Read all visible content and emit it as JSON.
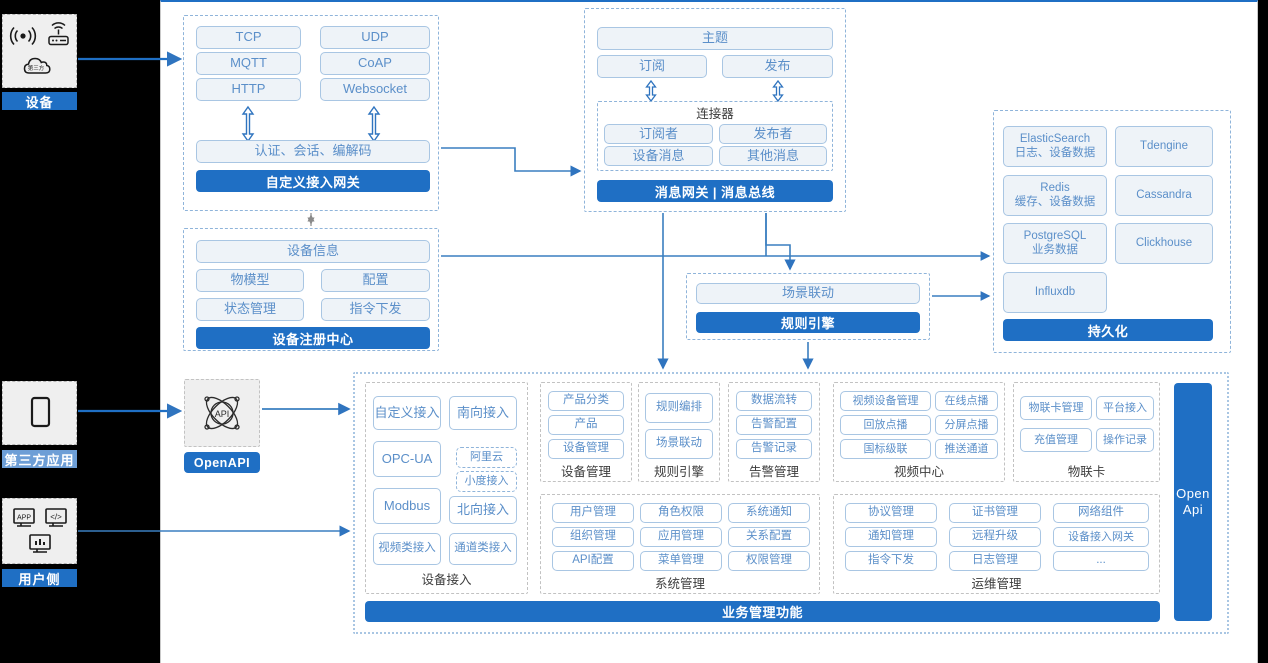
{
  "left_rail": {
    "blocks": [
      {
        "name": "device",
        "label": "设备",
        "icons": [
          "wifi-signal-icon",
          "router-icon",
          "cloud-icon"
        ]
      },
      {
        "name": "third-party-app",
        "label": "第三方应用",
        "icons": [
          "mobile-phone-icon"
        ]
      },
      {
        "name": "user-side",
        "label": "用户侧",
        "icons": [
          "app-monitor-icon",
          "code-monitor-icon",
          "chart-monitor-icon"
        ]
      }
    ]
  },
  "gateway": {
    "protocols": [
      "TCP",
      "UDP",
      "MQTT",
      "CoAP",
      "HTTP",
      "Websocket"
    ],
    "middle": "认证、会话、编解码",
    "bar": "自定义接入网关"
  },
  "message_bus": {
    "topic": "主题",
    "subscribe": "订阅",
    "publish": "发布",
    "connector_title": "连接器",
    "connector_items": [
      "订阅者",
      "发布者",
      "设备消息",
      "其他消息"
    ],
    "bar": "消息网关 | 消息总线"
  },
  "registry": {
    "info": "设备信息",
    "items": [
      "物模型",
      "配置",
      "状态管理",
      "指令下发"
    ],
    "bar": "设备注册中心"
  },
  "rule_engine": {
    "scene": "场景联动",
    "bar": "规则引擎"
  },
  "persistence": {
    "stores": [
      {
        "name": "ElasticSearch",
        "desc": "日志、设备数据"
      },
      {
        "name": "Tdengine",
        "desc": ""
      },
      {
        "name": "Redis",
        "desc": "缓存、设备数据"
      },
      {
        "name": "Cassandra",
        "desc": ""
      },
      {
        "name": "PostgreSQL",
        "desc": "业务数据"
      },
      {
        "name": "Clickhouse",
        "desc": ""
      },
      {
        "name": "Influxdb",
        "desc": ""
      }
    ],
    "bar": "持久化"
  },
  "openapi": {
    "icon": "api-atom-icon",
    "label": "OpenAPI"
  },
  "business": {
    "bar": "业务管理功能",
    "open_api_side": "Open\nApi",
    "groups": [
      {
        "key": "device-access",
        "caption": "设备接入",
        "items": [
          "自定义接入",
          "南向接入",
          "OPC-UA",
          "阿里云",
          "小度接入",
          "Modbus",
          "北向接入",
          "视频类接入",
          "通道类接入"
        ]
      },
      {
        "key": "device-management",
        "caption": "设备管理",
        "items": [
          "产品分类",
          "产品",
          "设备管理"
        ]
      },
      {
        "key": "rule-engine",
        "caption": "规则引擎",
        "items": [
          "规则编排",
          "场景联动"
        ]
      },
      {
        "key": "alarm-management",
        "caption": "告警管理",
        "items": [
          "数据流转",
          "告警配置",
          "告警记录"
        ]
      },
      {
        "key": "video-center",
        "caption": "视频中心",
        "items": [
          "视频设备管理",
          "在线点播",
          "回放点播",
          "分屏点播",
          "国标级联",
          "推送通道"
        ]
      },
      {
        "key": "iot-card",
        "caption": "物联卡",
        "items": [
          "物联卡管理",
          "平台接入",
          "充值管理",
          "操作记录"
        ]
      },
      {
        "key": "system-management",
        "caption": "系统管理",
        "items": [
          "用户管理",
          "角色权限",
          "系统通知",
          "组织管理",
          "应用管理",
          "关系配置",
          "API配置",
          "菜单管理",
          "权限管理"
        ]
      },
      {
        "key": "ops-management",
        "caption": "运维管理",
        "items": [
          "协议管理",
          "证书管理",
          "网络组件",
          "通知管理",
          "远程升级",
          "设备接入网关",
          "指令下发",
          "日志管理",
          "..."
        ]
      }
    ]
  },
  "colors": {
    "accent": "#1f6fc4",
    "card_fill": "#eef3f8",
    "card_border": "#a9c6e3",
    "card_text": "#5b8fc9",
    "rail_fill": "#efefef",
    "wire": "#2f74bf"
  }
}
